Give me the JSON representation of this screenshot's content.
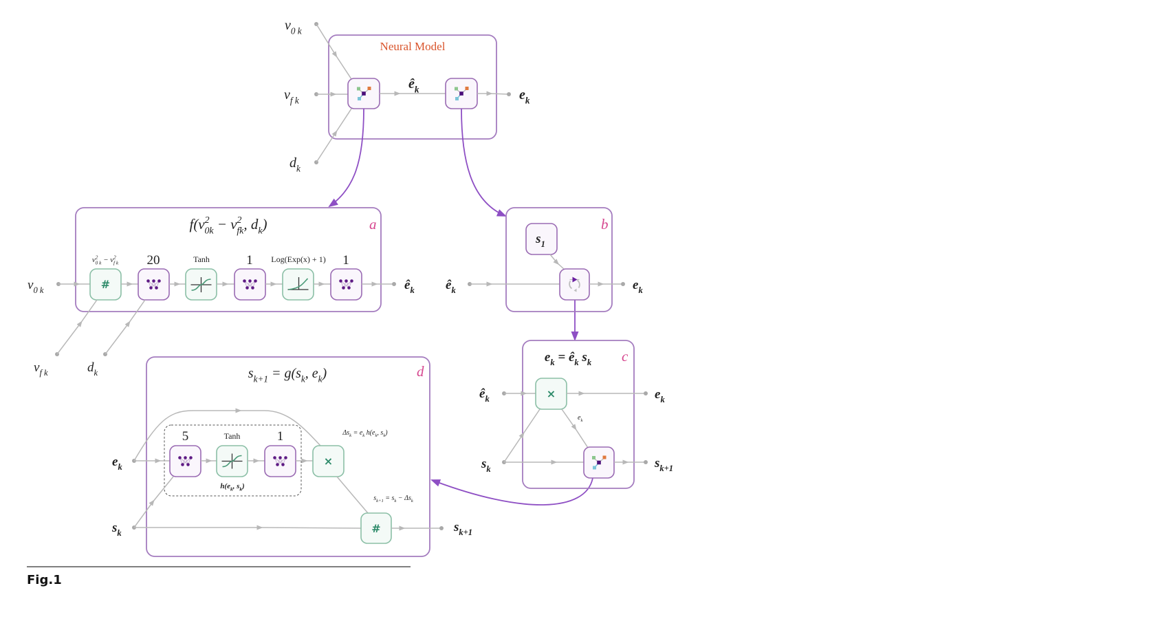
{
  "colors": {
    "box_border": "#a47cbf",
    "neural_model_title": "#d9542b",
    "panel_tag": "#d6478f",
    "flow_arrow": "#8e4fc4",
    "edge": "#b8b8b8",
    "green_node": "#8bbfa6",
    "purple_node": "#9a6bb3"
  },
  "neural_model": {
    "title": "Neural Model",
    "inputs": {
      "v0": [
        {
          "t": "v"
        },
        {
          "t": "0 k",
          "s": "sub"
        }
      ],
      "vf": [
        {
          "t": "v"
        },
        {
          "t": "f k",
          "s": "sub"
        }
      ],
      "d": [
        {
          "t": "d"
        },
        {
          "t": "k",
          "s": "sub"
        }
      ]
    },
    "intermediate": [
      {
        "t": "ê"
      },
      {
        "t": "k",
        "s": "sub"
      }
    ],
    "output": [
      {
        "t": "e"
      },
      {
        "t": "k",
        "s": "sub"
      }
    ],
    "nodes": [
      "neural-network-component",
      "neural-network-component"
    ]
  },
  "panel_a": {
    "tag": "a",
    "title": [
      {
        "t": "f(v"
      },
      {
        "t": "2",
        "s": "sup"
      },
      {
        "t": "0k",
        "s": "sub"
      },
      {
        "t": " − v"
      },
      {
        "t": "2",
        "s": "sup"
      },
      {
        "t": "fk",
        "s": "sub"
      },
      {
        "t": ", d"
      },
      {
        "t": "k",
        "s": "sub"
      },
      {
        "t": ")"
      }
    ],
    "input": [
      {
        "t": "v"
      },
      {
        "t": "0 k",
        "s": "sub"
      }
    ],
    "side_inputs": {
      "vf": [
        {
          "t": "v"
        },
        {
          "t": "f k",
          "s": "sub"
        }
      ],
      "d": [
        {
          "t": "d"
        },
        {
          "t": "k",
          "s": "sub"
        }
      ]
    },
    "output": [
      {
        "t": "ê"
      },
      {
        "t": "k",
        "s": "sub"
      }
    ],
    "layers": [
      {
        "label": [
          {
            "t": "v"
          },
          {
            "t": "2",
            "s": "sup"
          },
          {
            "t": "0 k",
            "s": "sub"
          },
          {
            "t": " − v"
          },
          {
            "t": "2",
            "s": "sup"
          },
          {
            "t": "f k",
            "s": "sub"
          }
        ],
        "icon": "#",
        "kind": "threaded"
      },
      {
        "label": "20",
        "kind": "linear"
      },
      {
        "label": "Tanh",
        "kind": "tanh"
      },
      {
        "label": "1",
        "kind": "linear"
      },
      {
        "label": "Log(Exp(x) + 1)",
        "kind": "softplus"
      },
      {
        "label": "1",
        "kind": "linear"
      }
    ]
  },
  "panel_b": {
    "tag": "b",
    "initial_state": [
      {
        "t": "s"
      },
      {
        "t": "1",
        "s": "sub"
      }
    ],
    "input": [
      {
        "t": "ê"
      },
      {
        "t": "k",
        "s": "sub"
      }
    ],
    "output": [
      {
        "t": "e"
      },
      {
        "t": "k",
        "s": "sub"
      }
    ],
    "loop_node": "net-fold-list"
  },
  "panel_c": {
    "tag": "c",
    "title": [
      {
        "t": "e"
      },
      {
        "t": "k",
        "s": "sub"
      },
      {
        "t": " = ê"
      },
      {
        "t": "k",
        "s": "sub"
      },
      {
        "t": " s"
      },
      {
        "t": "k",
        "s": "sub"
      }
    ],
    "inputs": {
      "e_hat": [
        {
          "t": "ê"
        },
        {
          "t": "k",
          "s": "sub"
        }
      ],
      "s": [
        {
          "t": "s"
        },
        {
          "t": "k",
          "s": "sub"
        }
      ]
    },
    "outputs": {
      "e": [
        {
          "t": "e"
        },
        {
          "t": "k",
          "s": "sub"
        }
      ],
      "s_next": [
        {
          "t": "s"
        },
        {
          "t": "k+1",
          "s": "sub"
        }
      ]
    },
    "multiply_symbol": "×",
    "edge_label": [
      {
        "t": "e"
      },
      {
        "t": "k",
        "s": "sub"
      }
    ]
  },
  "panel_d": {
    "tag": "d",
    "title": [
      {
        "t": "s"
      },
      {
        "t": "k+1",
        "s": "sub"
      },
      {
        "t": " = g(s"
      },
      {
        "t": "k",
        "s": "sub"
      },
      {
        "t": ", e"
      },
      {
        "t": "k",
        "s": "sub"
      },
      {
        "t": ")"
      }
    ],
    "inputs": {
      "e": [
        {
          "t": "e"
        },
        {
          "t": "k",
          "s": "sub"
        }
      ],
      "s": [
        {
          "t": "s"
        },
        {
          "t": "k",
          "s": "sub"
        }
      ]
    },
    "output": [
      {
        "t": "s"
      },
      {
        "t": "k+1",
        "s": "sub"
      }
    ],
    "layers": [
      {
        "label": "5",
        "kind": "linear"
      },
      {
        "label": "Tanh",
        "kind": "tanh"
      },
      {
        "label": "1",
        "kind": "linear"
      }
    ],
    "subnet_label": [
      {
        "t": "h(e"
      },
      {
        "t": "k",
        "s": "sub"
      },
      {
        "t": ", s"
      },
      {
        "t": "k",
        "s": "sub"
      },
      {
        "t": ")"
      }
    ],
    "multiply_symbol": "×",
    "threaded_symbol": "#",
    "delta_annotation": [
      {
        "t": "Δs"
      },
      {
        "t": "k",
        "s": "sub"
      },
      {
        "t": " = e"
      },
      {
        "t": "k",
        "s": "sub"
      },
      {
        "t": " h(e"
      },
      {
        "t": "k",
        "s": "sub"
      },
      {
        "t": ", s"
      },
      {
        "t": "k",
        "s": "sub"
      },
      {
        "t": ")"
      }
    ],
    "update_annotation": [
      {
        "t": "s"
      },
      {
        "t": "k+1",
        "s": "sub"
      },
      {
        "t": " = s"
      },
      {
        "t": "k",
        "s": "sub"
      },
      {
        "t": " − Δs"
      },
      {
        "t": "k",
        "s": "sub"
      }
    ]
  },
  "figure": {
    "caption": "Fig.1"
  }
}
